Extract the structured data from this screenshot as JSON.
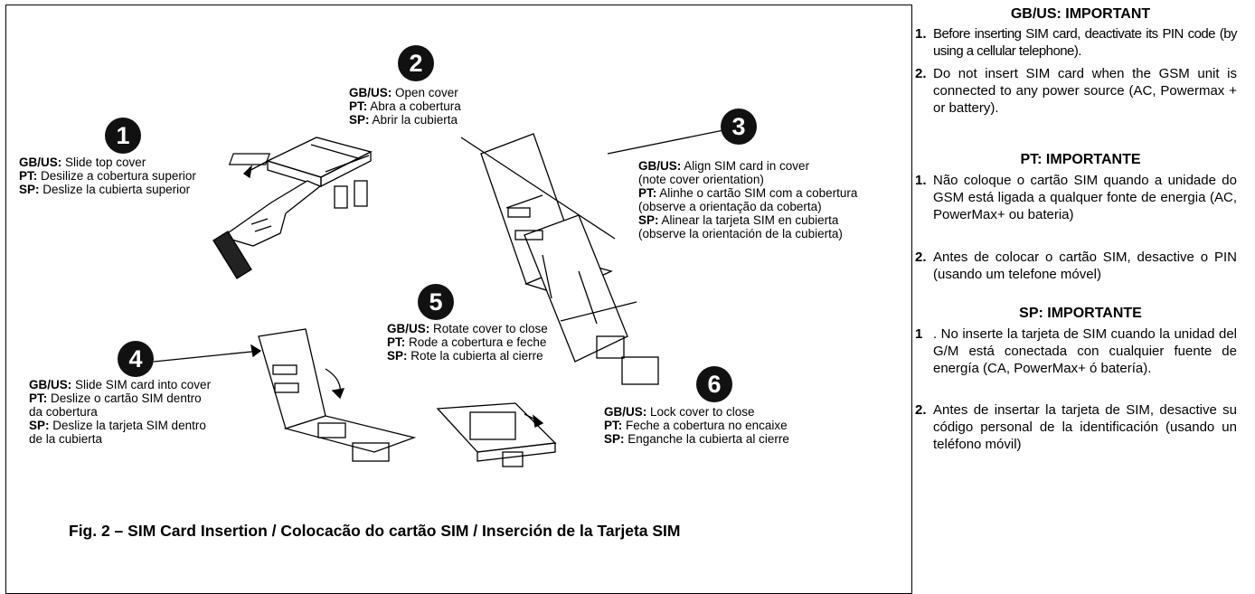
{
  "steps": [
    {
      "num": "1",
      "gb": "GB/US:",
      "gb_text": " Slide top cover",
      "pt": "PT:",
      "pt_text": " Desilize a cobertura superior",
      "sp": "SP:",
      "sp_text": " Deslize la cubierta superior"
    },
    {
      "num": "2",
      "gb": "GB/US:",
      "gb_text": " Open cover",
      "pt": "PT:",
      "pt_text": " Abra a cobertura",
      "sp": "SP:",
      "sp_text": " Abrir la cubierta"
    },
    {
      "num": "3",
      "gb": "GB/US:",
      "gb_text": " Align SIM card in cover",
      "gb_text2": "(note cover orientation)",
      "pt": "PT:",
      "pt_text": " Alinhe o cartão SIM com a cobertura",
      "pt_text2": "(observe a orientação da coberta)",
      "sp": "SP:",
      "sp_text": " Alinear la tarjeta SIM en cubierta",
      "sp_text2": "(observe la orientación de la cubierta)"
    },
    {
      "num": "4",
      "gb": "GB/US:",
      "gb_text": " Slide SIM card into cover",
      "pt": "PT:",
      "pt_text": " Deslize o cartão SIM dentro",
      "pt_text2": "da cobertura",
      "sp": "SP:",
      "sp_text": " Deslize la tarjeta SIM dentro",
      "sp_text2": "de la cubierta"
    },
    {
      "num": "5",
      "gb": "GB/US:",
      "gb_text": " Rotate cover to close",
      "pt": "PT:",
      "pt_text": " Rode a cobertura e feche",
      "sp": "SP:",
      "sp_text": " Rote la cubierta al cierre"
    },
    {
      "num": "6",
      "gb": "GB/US:",
      "gb_text": " Lock cover to close",
      "pt": "PT:",
      "pt_text": " Feche a cobertura no encaixe",
      "sp": "SP:",
      "sp_text": " Enganche la cubierta al cierre"
    }
  ],
  "figure_title": "Fig. 2 – SIM Card Insertion / Colocacão do cartão SIM / Inserción de la Tarjeta SIM",
  "important": {
    "gb": {
      "heading": "GB/US: IMPORTANT",
      "items": [
        {
          "n": "1.",
          "text": "Before inserting SIM card, deactivate its PIN code (by using a cellular telephone)."
        },
        {
          "n": "2.",
          "text": "Do not insert SIM card when the GSM unit is connected to any power source (AC, Powermax + or battery)."
        }
      ]
    },
    "pt": {
      "heading": "PT: IMPORTANTE",
      "items": [
        {
          "n": "1.",
          "text": "Não coloque o cartão SIM quando a unidade do GSM está ligada a qualquer fonte de energia (AC, PowerMax+ ou bateria)"
        },
        {
          "n": "2.",
          "text": "Antes de colocar o cartão SIM, desactive o PIN (usando um telefone móvel)"
        }
      ]
    },
    "sp": {
      "heading": "SP: IMPORTANTE",
      "items": [
        {
          "n": "1",
          "text": ". No inserte la tarjeta de SIM cuando la unidad del G/M está conectada con cualquier fuente de energía (CA, PowerMax+ ó batería)."
        },
        {
          "n": "2.",
          "text": "Antes de insertar la tarjeta de SIM, desactive su código personal de la identificación (usando un teléfono móvil)"
        }
      ]
    }
  }
}
